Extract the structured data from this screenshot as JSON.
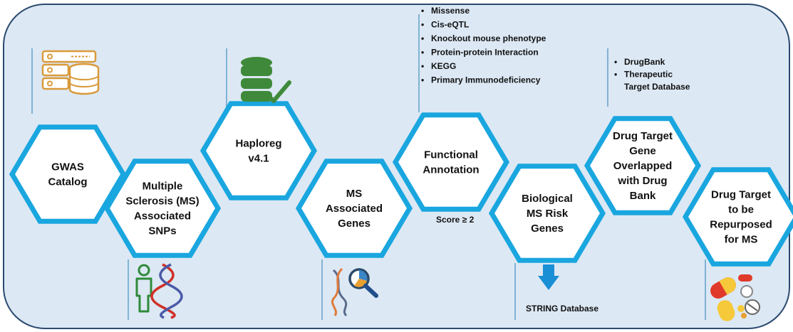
{
  "diagram": {
    "steps": [
      {
        "id": "gwas",
        "lines": [
          "GWAS",
          "Catalog"
        ],
        "icon": "database-server-icon"
      },
      {
        "id": "ms-snps",
        "lines": [
          "Multiple",
          "Sclerosis (MS)",
          "Associated",
          "SNPs"
        ],
        "icon": "human-dna-icon"
      },
      {
        "id": "haploreg",
        "lines": [
          "Haploreg",
          "v4.1"
        ],
        "icon": "database-check-icon"
      },
      {
        "id": "ms-genes",
        "lines": [
          "MS",
          "Associated",
          "Genes"
        ],
        "icon": "dna-magnifier-icon"
      },
      {
        "id": "functional",
        "lines": [
          "Functional",
          "Annotation"
        ],
        "icon": ""
      },
      {
        "id": "risk-genes",
        "lines": [
          "Biological",
          "MS Risk",
          "Genes"
        ],
        "icon": "arrow-down-icon"
      },
      {
        "id": "overlap",
        "lines": [
          "Drug Target",
          "Gene",
          "Overlapped",
          "with Drug",
          "Bank"
        ],
        "icon": ""
      },
      {
        "id": "repurposed",
        "lines": [
          "Drug Target",
          "to be",
          "Repurposed",
          "for MS"
        ],
        "icon": "pills-icon"
      }
    ],
    "annotation_criteria": [
      "Missense",
      "Cis-eQTL",
      "Knockout mouse phenotype",
      "Protein-protein Interaction",
      "KEGG",
      "Primary Immunodeficiency"
    ],
    "score_label": "Score ≥ 2",
    "drug_databases": [
      "DrugBank",
      "Therapeutic",
      "Target Database"
    ],
    "string_label": "STRING Database",
    "colors": {
      "hex_border": "#1aa6df",
      "frame_fill": "#dce8f4",
      "frame_border": "#2b4a6f",
      "connector": "#5a9cc8",
      "arrow": "#1a8fd6"
    }
  }
}
